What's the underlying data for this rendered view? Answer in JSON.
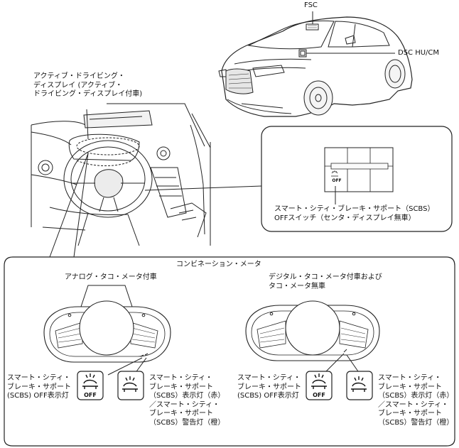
{
  "labels": {
    "fsc": "FSC",
    "dsc": "DSC HU/CM",
    "ad_display": "アクティブ・ドライビング・\nディスプレイ (アクティブ・\nドライビング・ディスプレイ付車)",
    "scbs_switch": "スマート・シティ・ブレーキ・サポート（SCBS）\nOFFスイッチ（センタ・ディスプレイ無車）",
    "combination_meter": "コンビネーション・メータ",
    "analog_meter": "アナログ・タコ・メータ付車",
    "digital_meter": "デジタル・タコ・メータ付車および\nタコ・メータ無車",
    "scbs_off_left": "スマート・シティ・\nブレーキ・サポート\n(SCBS) OFF表示灯",
    "scbs_ind_left": "スマート・シティ・\nブレーキ・サポート\n（SCBS）表示灯（赤）\n／スマート・シティ・\nブレーキ・サポート\n（SCBS）警告灯（橙）",
    "scbs_off_right": "スマート・シティ・\nブレーキ・サポート\n(SCBS) OFF表示灯",
    "scbs_ind_right": "スマート・シティ・\nブレーキ・サポート\n（SCBS）表示灯（赤）\n／スマート・シティ・\nブレーキ・サポート\n（SCBS）警告灯（橙）"
  },
  "icons": {
    "off_icon_text": "OFF"
  }
}
